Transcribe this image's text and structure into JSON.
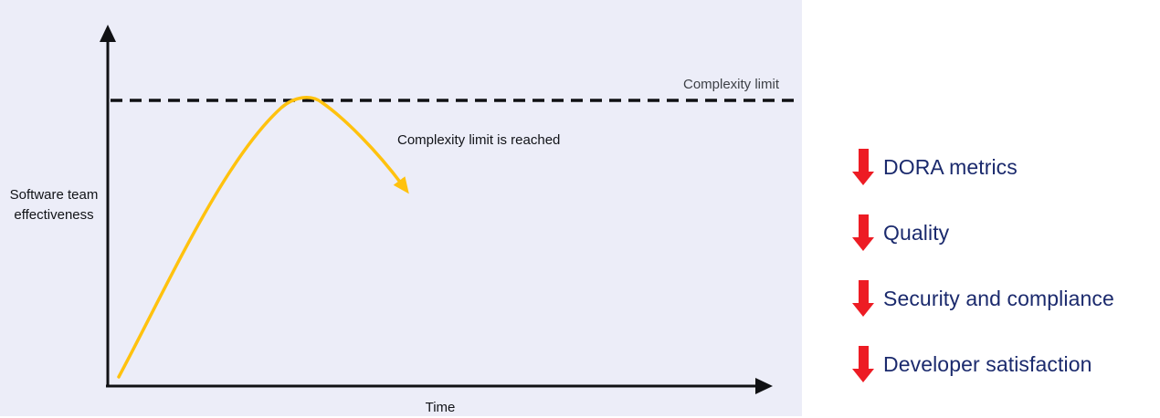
{
  "chart": {
    "y_axis_label": "Software team effectiveness",
    "x_axis_label": "Time",
    "limit_line_label": "Complexity limit",
    "annotation": "Complexity limit is reached"
  },
  "impacts": {
    "items": [
      {
        "label": "DORA metrics"
      },
      {
        "label": "Quality"
      },
      {
        "label": "Security and compliance"
      },
      {
        "label": "Developer satisfaction"
      }
    ]
  },
  "colors": {
    "chart-bg": "#ECEDF8",
    "curve": "#FFC20E",
    "axis": "#101114",
    "limit-line": "#101114",
    "impact-arrow": "#ED1C24",
    "impact-text": "#1B2A6D",
    "muted-label": "#3E4147"
  }
}
